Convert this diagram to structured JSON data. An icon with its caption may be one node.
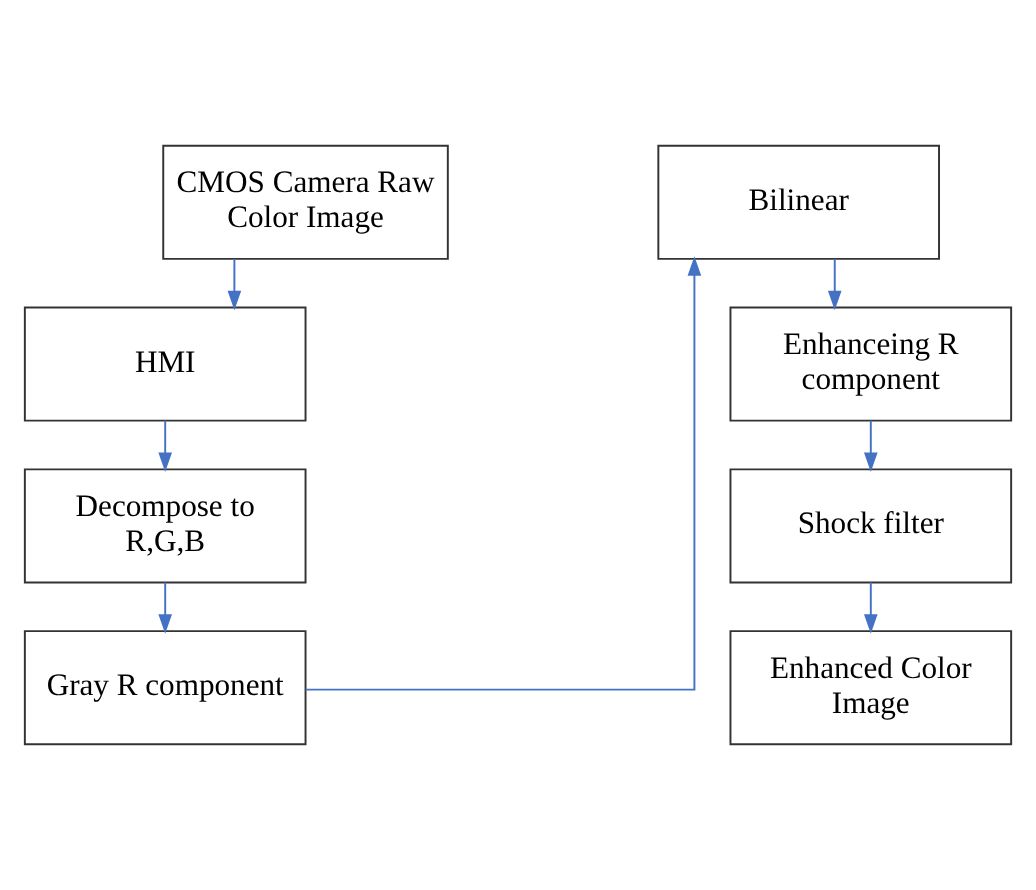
{
  "diagram": {
    "nodes": [
      {
        "text": [
          "CMOS Camera Raw Color Image"
        ]
      },
      {
        "text": [
          "HMI"
        ]
      },
      {
        "text": [
          "Decompose to R,G,B"
        ]
      },
      {
        "text": [
          "Gray R component"
        ]
      },
      {
        "text": [
          "Bilinear"
        ]
      },
      {
        "text": [
          "Enhanceing R component"
        ]
      },
      {
        "text": [
          "Shock filter"
        ]
      },
      {
        "text": [
          "Enhanced Color Image"
        ]
      }
    ],
    "edges": [
      {
        "from": 0,
        "to": 1,
        "arrow": "to"
      },
      {
        "from": 1,
        "to": 2,
        "arrow": "to"
      },
      {
        "from": 2,
        "to": 3,
        "arrow": "to"
      },
      {
        "from": 3,
        "to": 4,
        "arrow": "to"
      },
      {
        "from": 4,
        "to": 5,
        "arrow": "to"
      },
      {
        "from": 5,
        "to": 6,
        "arrow": "to"
      },
      {
        "from": 6,
        "to": 7,
        "arrow": "to"
      }
    ]
  }
}
